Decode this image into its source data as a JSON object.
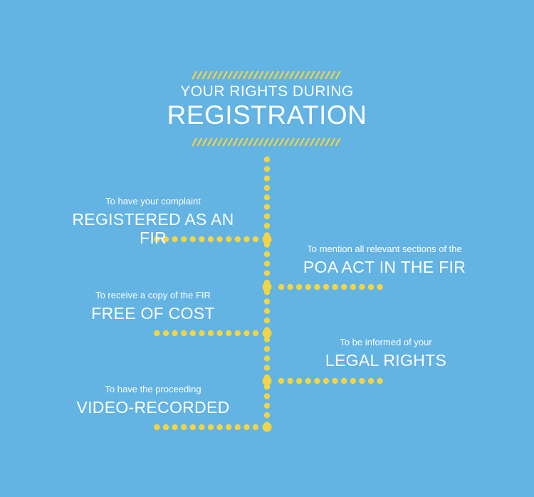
{
  "title": {
    "line1": "YOUR RIGHTS DURING",
    "line2": "REGISTRATION"
  },
  "rights": [
    {
      "side": "left",
      "small": "To have your complaint",
      "big": "REGISTERED AS AN FIR"
    },
    {
      "side": "right",
      "small": "To mention all relevant sections of the",
      "big": "POA ACT IN THE FIR"
    },
    {
      "side": "left",
      "small": "To receive a copy of the FIR",
      "big": "FREE OF COST"
    },
    {
      "side": "right",
      "small": "To be informed of your",
      "big": "LEGAL RIGHTS"
    },
    {
      "side": "left",
      "small": "To have the proceeding",
      "big": "VIDEO-RECORDED"
    }
  ],
  "colors": {
    "background": "#63b3e3",
    "accent": "#f2d545",
    "text": "#ffffff"
  }
}
